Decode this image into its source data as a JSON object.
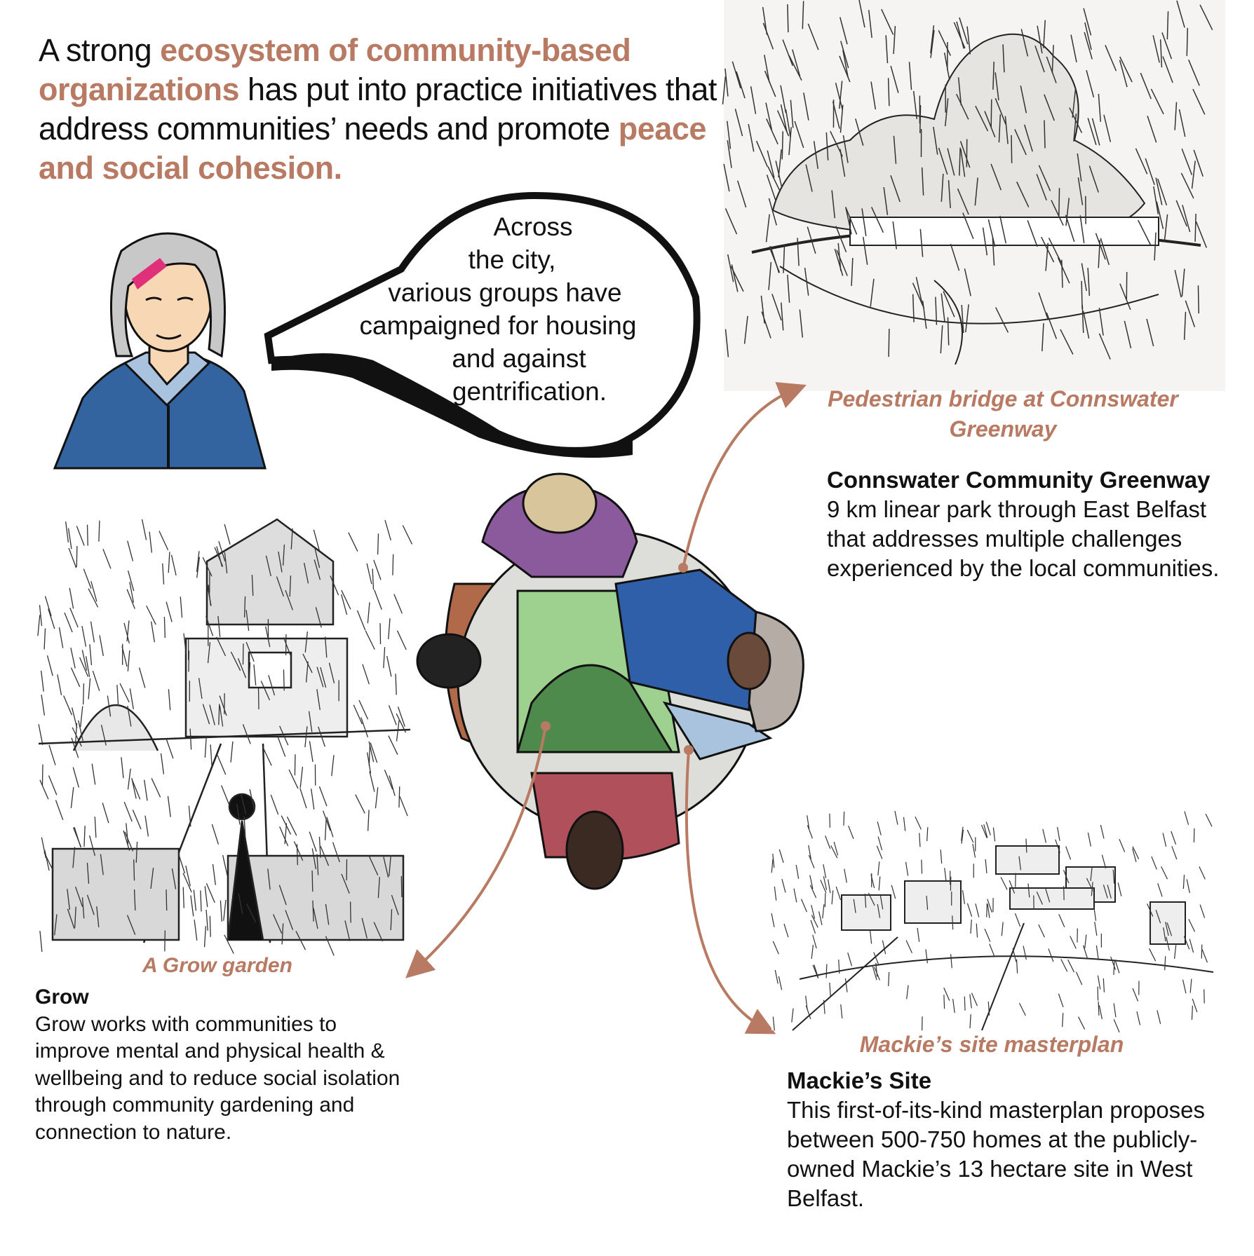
{
  "headline": {
    "part1": "A strong ",
    "highlight1": "ecosystem of community-based organizations",
    "part2": " has put into practice initiatives that address communities’ needs and promote ",
    "highlight2": "peace and social cohesion."
  },
  "speech_bubble": {
    "lines": [
      "Across",
      "the city,",
      "various groups have",
      "campaigned for housing",
      "and against",
      "gentrification."
    ]
  },
  "connswater": {
    "caption": "Pedestrian bridge at Connswater Greenway",
    "title": "Connswater Community Greenway",
    "description": "9 km linear park through East Belfast that addresses multiple challenges experienced by the local communities."
  },
  "grow": {
    "caption": "A Grow garden",
    "title": "Grow",
    "description": "Grow works with communities to improve mental and physical health & wellbeing and to reduce social isolation through community gardening and connection to nature."
  },
  "mackies": {
    "caption": "Mackie’s site masterplan",
    "title": "Mackie’s Site",
    "description": "This first-of-its-kind masterplan proposes between 500-750 homes at the publicly-owned Mackie’s 13 hectare site in West Belfast."
  },
  "colors": {
    "accent": "#b87a62",
    "text": "#111111"
  }
}
